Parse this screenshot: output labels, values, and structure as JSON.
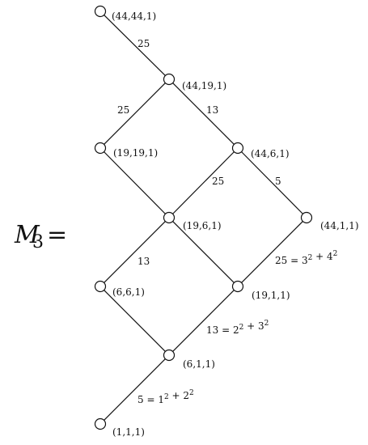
{
  "title": {
    "symbol": "M",
    "subscript": "3",
    "equals": "="
  },
  "nodes": [
    {
      "id": "n44_44_1",
      "label": "(44,44,1)"
    },
    {
      "id": "n44_19_1",
      "label": "(44,19,1)"
    },
    {
      "id": "n19_19_1",
      "label": "(19,19,1)"
    },
    {
      "id": "n44_6_1",
      "label": "(44,6,1)"
    },
    {
      "id": "n19_6_1",
      "label": "(19,6,1)"
    },
    {
      "id": "n44_1_1",
      "label": "(44,1,1)"
    },
    {
      "id": "n6_6_1",
      "label": "(6,6,1)"
    },
    {
      "id": "n19_1_1",
      "label": "(19,1,1)"
    },
    {
      "id": "n6_1_1",
      "label": "(6,1,1)"
    },
    {
      "id": "n1_1_1",
      "label": "(1,1,1)"
    }
  ],
  "edges": [
    {
      "from": "n44_44_1",
      "to": "n44_19_1",
      "label": "25"
    },
    {
      "from": "n44_19_1",
      "to": "n19_19_1",
      "label": "25"
    },
    {
      "from": "n44_19_1",
      "to": "n44_6_1",
      "label": "13"
    },
    {
      "from": "n19_19_1",
      "to": "n19_6_1",
      "label": ""
    },
    {
      "from": "n44_6_1",
      "to": "n19_6_1",
      "label": "25"
    },
    {
      "from": "n44_6_1",
      "to": "n44_1_1",
      "label": "5"
    },
    {
      "from": "n19_6_1",
      "to": "n6_6_1",
      "label": "13"
    },
    {
      "from": "n19_6_1",
      "to": "n19_1_1",
      "label": ""
    },
    {
      "from": "n44_1_1",
      "to": "n19_1_1",
      "label": "25 = 3² + 4²"
    },
    {
      "from": "n6_6_1",
      "to": "n6_1_1",
      "label": ""
    },
    {
      "from": "n19_1_1",
      "to": "n6_1_1",
      "label": "13 = 2² + 3²"
    },
    {
      "from": "n6_1_1",
      "to": "n1_1_1",
      "label": "5 = 1² + 2²"
    }
  ]
}
